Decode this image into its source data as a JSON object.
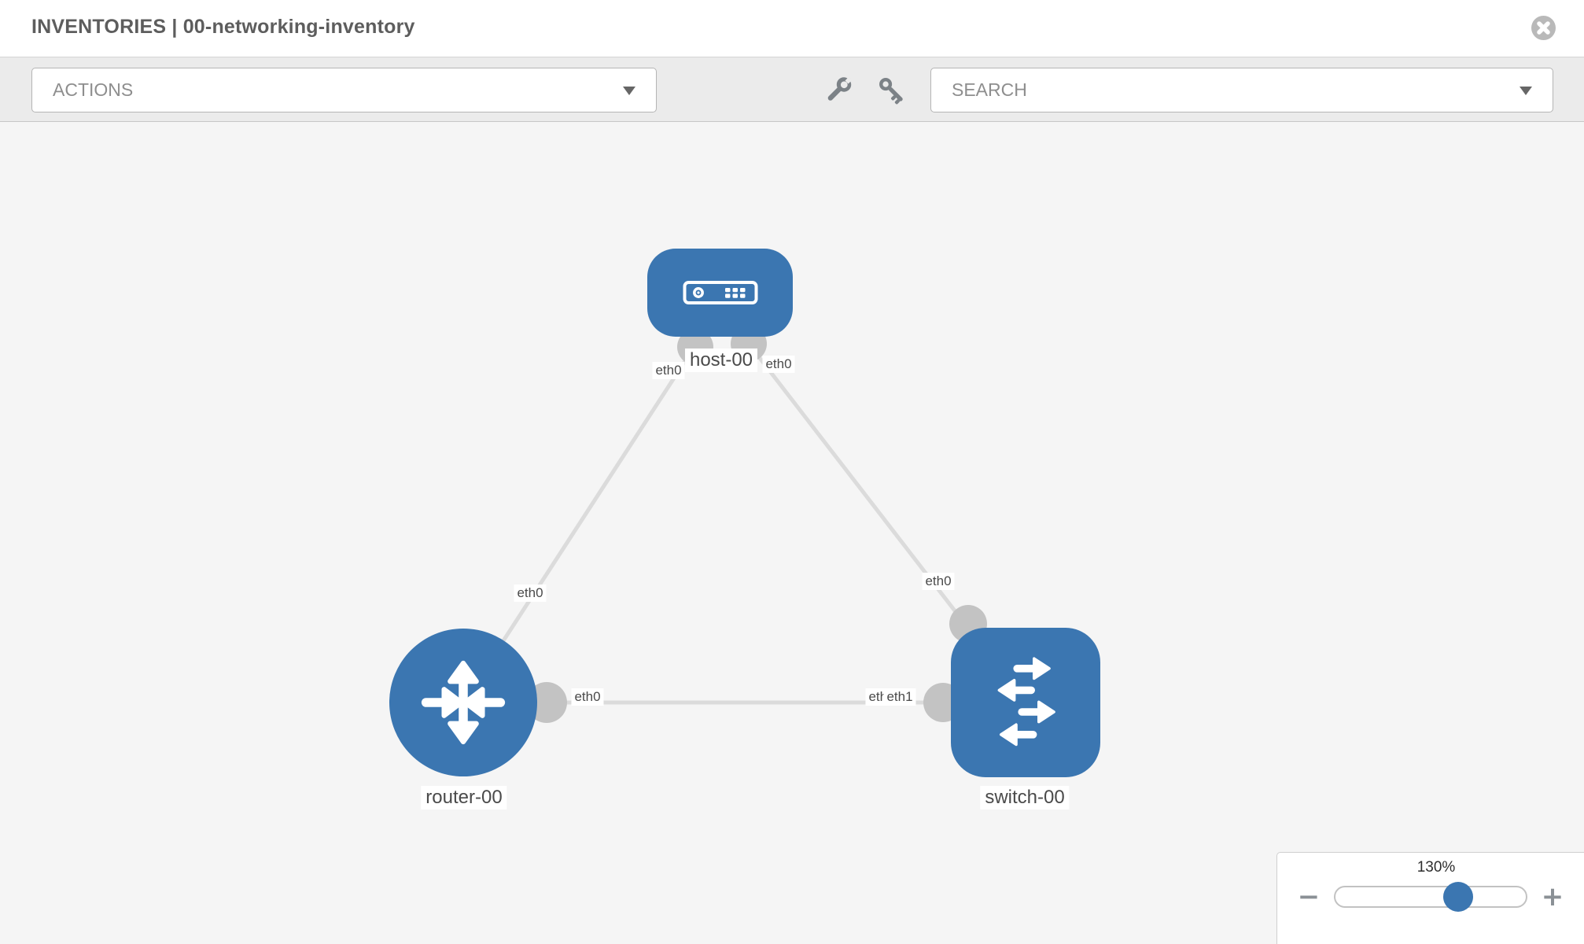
{
  "header": {
    "title": "INVENTORIES | 00-networking-inventory"
  },
  "toolbar": {
    "actions_label": "ACTIONS",
    "search_label": "SEARCH",
    "icons": [
      "wrench-icon",
      "key-icon"
    ]
  },
  "nodes": [
    {
      "id": "host-00",
      "type": "host",
      "label": "host-00"
    },
    {
      "id": "router-00",
      "type": "router",
      "label": "router-00"
    },
    {
      "id": "switch-00",
      "type": "switch",
      "label": "switch-00"
    }
  ],
  "edges": [
    {
      "from": "host-00",
      "to": "router-00",
      "from_interface": "eth0",
      "to_interface": "eth0"
    },
    {
      "from": "host-00",
      "to": "switch-00",
      "from_interface": "eth0",
      "to_interface": "eth0"
    },
    {
      "from": "router-00",
      "to": "switch-00",
      "from_interface": "eth0",
      "to_interface": "eth1"
    }
  ],
  "interface_labels": {
    "host_left": "eth0",
    "host_right": "eth0",
    "router_top": "eth0",
    "router_right": "eth0",
    "switch_top": "eth0",
    "switch_left_back": "eth0",
    "switch_left_front": "eth1"
  },
  "zoom": {
    "level": "130%",
    "minus": "−",
    "plus": "+"
  },
  "colors": {
    "node_blue": "#3b76b1",
    "edge_gray": "#dbdbdb",
    "connector_gray": "#c3c3c3",
    "canvas_bg": "#f5f5f5",
    "toolbar_bg": "#ebebeb"
  }
}
